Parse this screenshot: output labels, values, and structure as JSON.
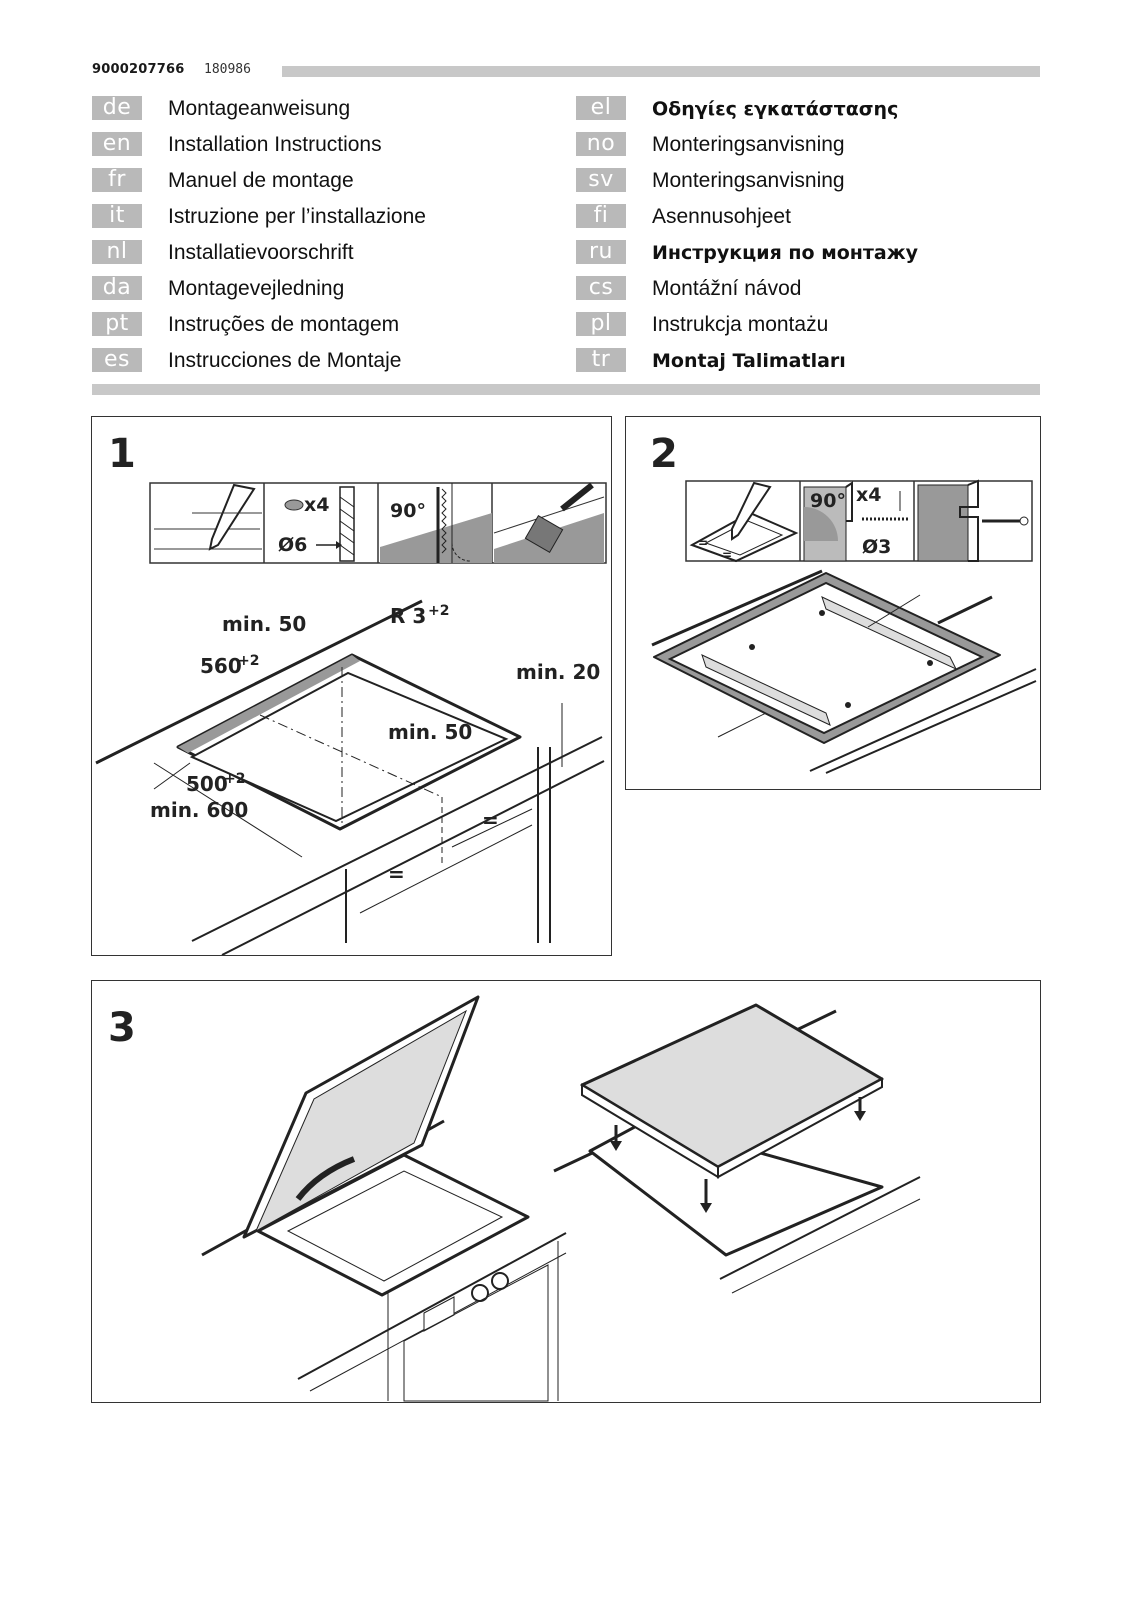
{
  "header": {
    "doc_number": "9000207766",
    "doc_date": "180986"
  },
  "languages_left": [
    {
      "code": "de",
      "title": "Montageanweisung"
    },
    {
      "code": "en",
      "title": "Installation Instructions"
    },
    {
      "code": "fr",
      "title": "Manuel de montage"
    },
    {
      "code": "it",
      "title": "Istruzione per l’installazione"
    },
    {
      "code": "nl",
      "title": "Installatievoorschrift"
    },
    {
      "code": "da",
      "title": "Montagevejledning"
    },
    {
      "code": "pt",
      "title": "Instruções de montagem"
    },
    {
      "code": "es",
      "title": "Instrucciones de Montaje"
    }
  ],
  "languages_right": [
    {
      "code": "el",
      "title": "Οδηγίες εγκατάστασης"
    },
    {
      "code": "no",
      "title": "Monteringsanvisning"
    },
    {
      "code": "sv",
      "title": "Monteringsanvisning"
    },
    {
      "code": "fi",
      "title": "Asennusohjeet"
    },
    {
      "code": "ru",
      "title": "Инструкция по монтажу"
    },
    {
      "code": "cs",
      "title": "Montážní návod"
    },
    {
      "code": "pl",
      "title": "Instrukcja montażu"
    },
    {
      "code": "tr",
      "title": "Montaj Talimatları"
    }
  ],
  "step1": {
    "number": "1",
    "tools": {
      "count": "x4",
      "drill": "Ø6",
      "angle": "90°"
    },
    "dims": {
      "min50_top": "min. 50",
      "radius": "R 3",
      "radius_tol": "+2",
      "w560": "560",
      "w560_tol": "+2",
      "min20": "min. 20",
      "min50_inner": "min. 50",
      "d500": "500",
      "d500_tol": "+2",
      "min600": "min. 600",
      "eq1": "=",
      "eq2": "="
    }
  },
  "step2": {
    "number": "2",
    "tools": {
      "angle": "90°",
      "count": "x4",
      "drill": "Ø3",
      "eq1": "=",
      "eq2": "="
    }
  },
  "step3": {
    "number": "3"
  }
}
